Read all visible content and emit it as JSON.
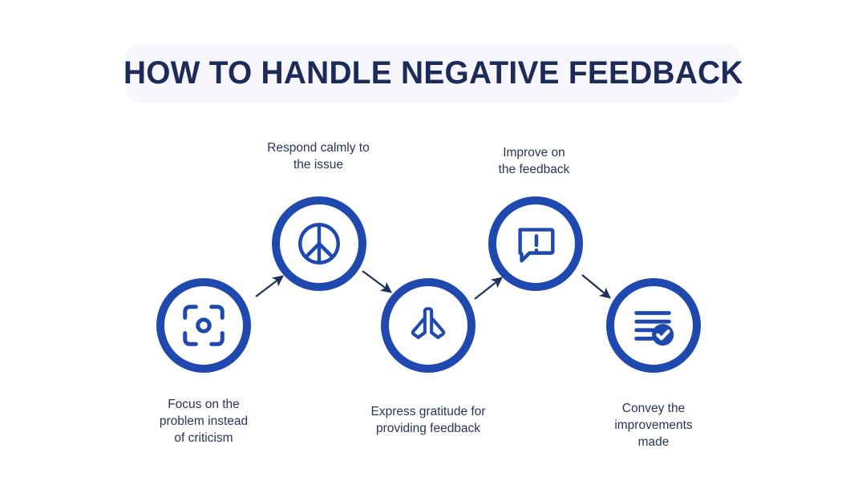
{
  "title": {
    "text": "How to handle negative feedback",
    "banner_color": "#f7f6fc",
    "text_color": "#1c2b57"
  },
  "theme": {
    "ring_blue": "#2049b0",
    "arrow_navy": "#22305c",
    "caption_color": "#2b3356",
    "background": "#ffffff"
  },
  "steps": [
    {
      "index": "1",
      "icon": "focus-target-icon",
      "caption": "Focus on the\nproblem instead\nof criticism",
      "position": "lower"
    },
    {
      "index": "2",
      "icon": "peace-sign-icon",
      "caption": "Respond calmly to\nthe issue",
      "position": "upper"
    },
    {
      "index": "3",
      "icon": "praying-hands-icon",
      "caption": "Express gratitude for\nproviding feedback",
      "position": "lower"
    },
    {
      "index": "4",
      "icon": "speech-bubble-exclamation-icon",
      "caption": "Improve on\nthe feedback",
      "position": "upper"
    },
    {
      "index": "5",
      "icon": "checklist-check-icon",
      "caption": "Convey the\nimprovements\nmade",
      "position": "lower"
    }
  ],
  "connectors": [
    {
      "name": "arrow-step1-to-step2",
      "direction": "up-right"
    },
    {
      "name": "arrow-step2-to-step3",
      "direction": "down-right"
    },
    {
      "name": "arrow-step3-to-step4",
      "direction": "up-right"
    },
    {
      "name": "arrow-step4-to-step5",
      "direction": "down-right"
    }
  ]
}
